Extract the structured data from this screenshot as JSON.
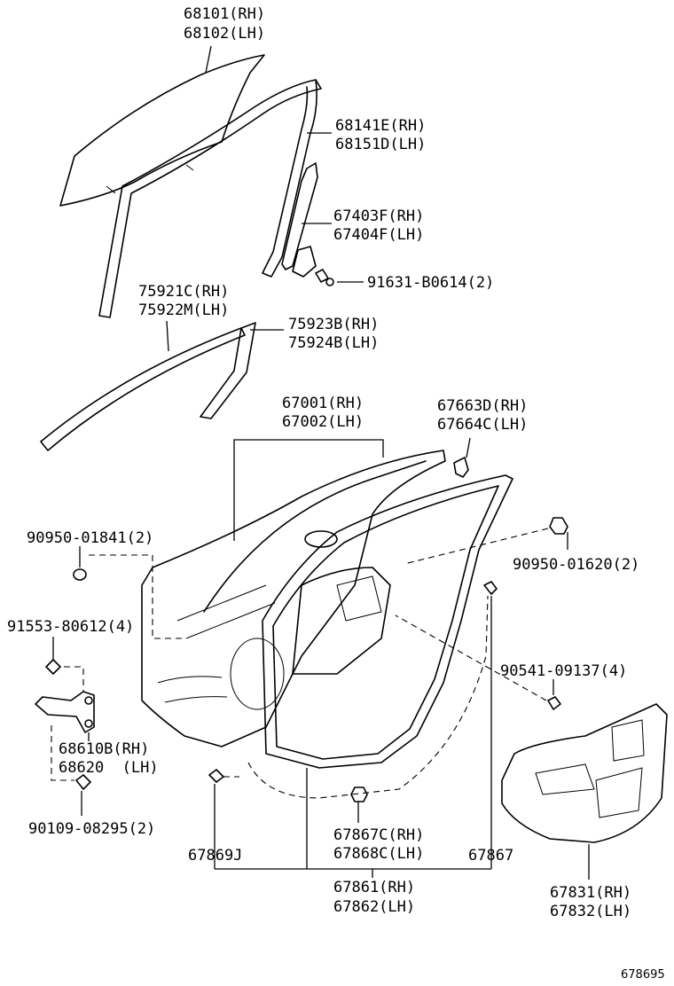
{
  "labels": {
    "p68101": "68101(RH)",
    "p68102": "68102(LH)",
    "p68141e": "68141E(RH)",
    "p68151d": "68151D(LH)",
    "p67403f": "67403F(RH)",
    "p67404f": "67404F(LH)",
    "p91631": "91631-B0614(2)",
    "p75921c": "75921C(RH)",
    "p75922m": "75922M(LH)",
    "p75923b": "75923B(RH)",
    "p75924b": "75924B(LH)",
    "p67001": "67001(RH)",
    "p67002": "67002(LH)",
    "p67663d": "67663D(RH)",
    "p67664c": "67664C(LH)",
    "p90950_01841": "90950-01841(2)",
    "p90950_01620": "90950-01620(2)",
    "p91553": "91553-80612(4)",
    "p90541": "90541-09137(4)",
    "p68610b": "68610B(RH)",
    "p68620": "68620  (LH)",
    "p90109": "90109-08295(2)",
    "p67867c": "67867C(RH)",
    "p67868c": "67868C(LH)",
    "p67869j": "67869J",
    "p67867": "67867",
    "p67861": "67861(RH)",
    "p67862": "67862(LH)",
    "p67831": "67831(RH)",
    "p67832": "67832(LH)"
  },
  "figure_number": "678695"
}
